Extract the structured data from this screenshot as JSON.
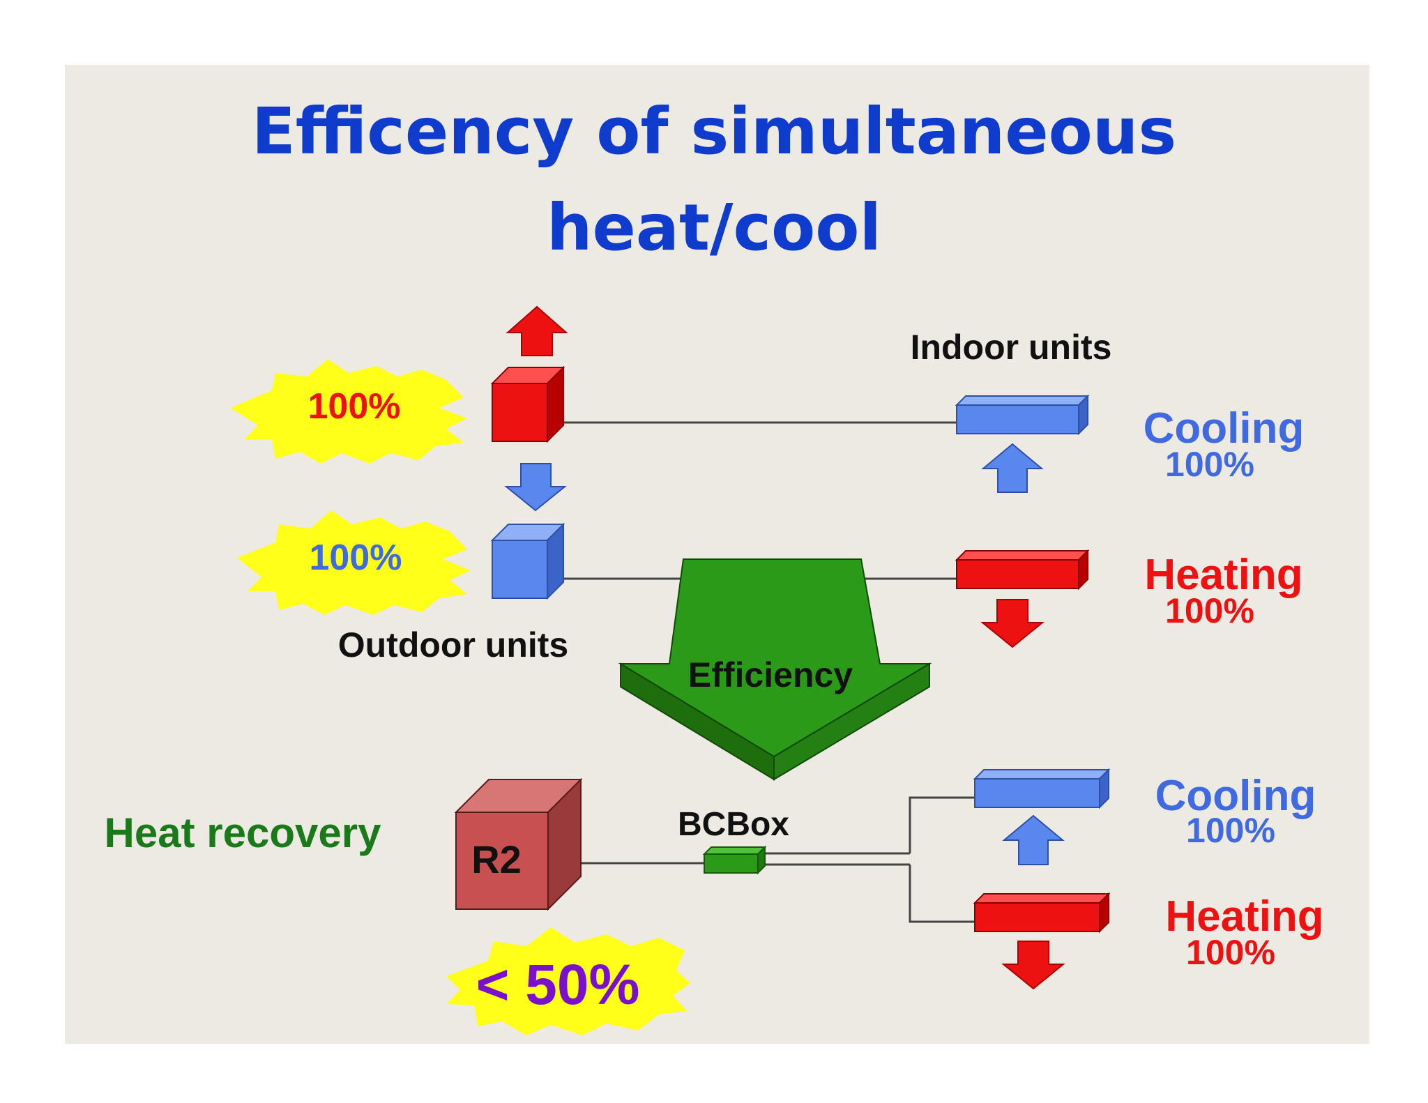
{
  "title": {
    "line1": "Efficency of simultaneous",
    "line2": "heat/cool"
  },
  "colors": {
    "title": "#0f3ccc",
    "hot": "#ee1111",
    "cold": "#5a87ee",
    "green": "#2a9a18",
    "label_green": "#1a7a1a",
    "burst": "#ffff1a",
    "purple": "#7a10cc",
    "r2": "#c85050"
  },
  "top_system": {
    "burst_hot_value": "100%",
    "burst_cold_value": "100%",
    "outdoor_label": "Outdoor units",
    "indoor_label": "Indoor units",
    "cooling_label": "Cooling",
    "cooling_value": "100%",
    "heating_label": "Heating",
    "heating_value": "100%"
  },
  "efficiency_arrow_label": "Efficiency",
  "heat_recovery": {
    "label": "Heat recovery",
    "unit_label": "R2",
    "bcbox_label": "BCBox",
    "burst_value": "< 50%",
    "cooling_label": "Cooling",
    "cooling_value": "100%",
    "heating_label": "Heating",
    "heating_value": "100%"
  }
}
